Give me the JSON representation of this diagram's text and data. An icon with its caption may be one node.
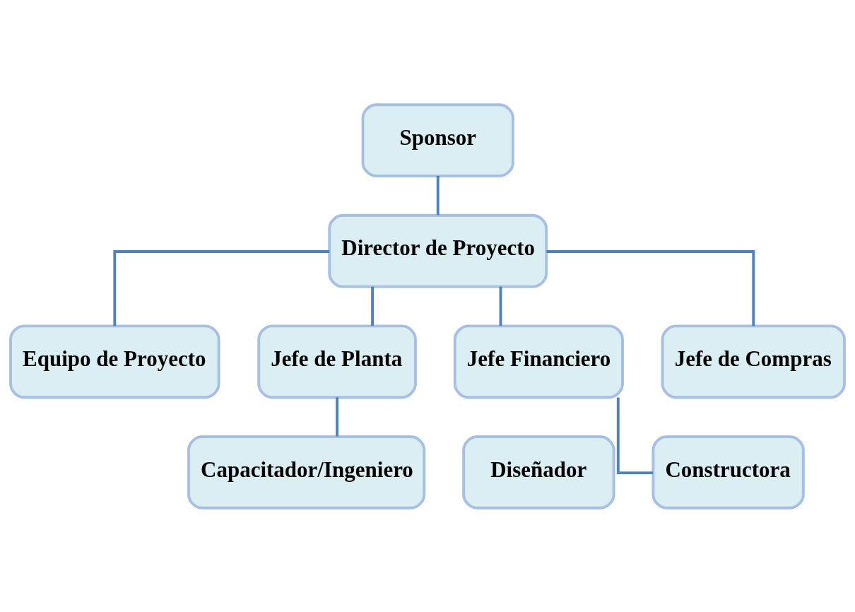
{
  "diagram": {
    "nodes": [
      {
        "text": [
          "Sponsor"
        ]
      },
      {
        "text": [
          "Director de Proyecto"
        ]
      },
      {
        "text": [
          "Equipo de Proyecto"
        ]
      },
      {
        "text": [
          "Jefe de Planta"
        ]
      },
      {
        "text": [
          "Jefe Financiero"
        ]
      },
      {
        "text": [
          "Jefe de Compras"
        ]
      },
      {
        "text": [
          "Capacitador/Ingeniero"
        ]
      },
      {
        "text": [
          "Diseñador"
        ]
      },
      {
        "text": [
          "Constructora"
        ]
      }
    ],
    "edges": [
      {
        "from": 0,
        "to": 1,
        "arrow": "none"
      },
      {
        "from": 1,
        "to": 2,
        "arrow": "none"
      },
      {
        "from": 1,
        "to": 3,
        "arrow": "none"
      },
      {
        "from": 1,
        "to": 4,
        "arrow": "none"
      },
      {
        "from": 1,
        "to": 5,
        "arrow": "none"
      },
      {
        "from": 3,
        "to": 6,
        "arrow": "none"
      },
      {
        "from": 4,
        "to": 8,
        "arrow": "none"
      }
    ]
  }
}
